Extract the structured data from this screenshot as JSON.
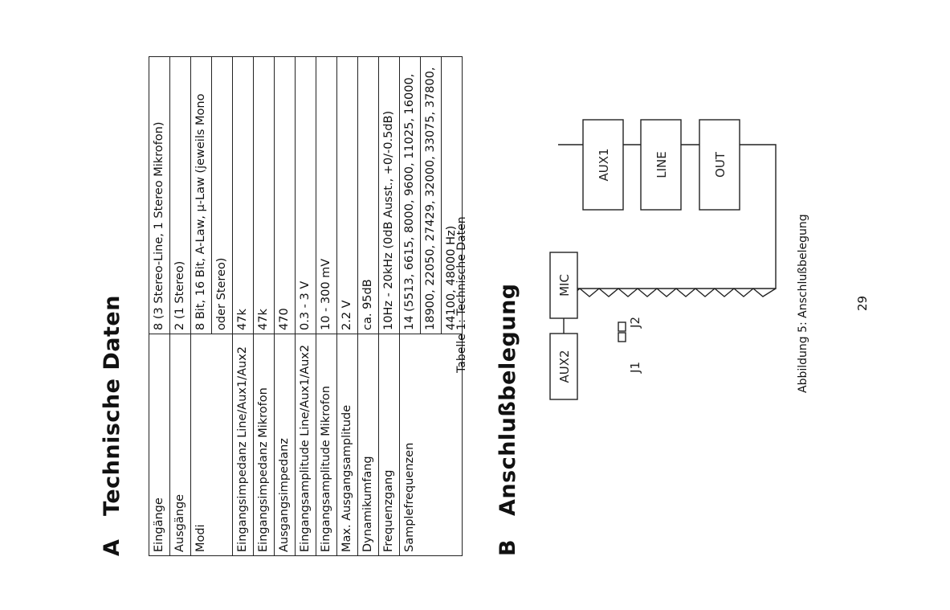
{
  "section_a": {
    "number": "A",
    "title": "Technische Daten"
  },
  "table": {
    "rows": [
      {
        "key": "Eingänge",
        "value": "8 (3 Stereo-Line, 1 Stereo Mikrofon)"
      },
      {
        "key": "Ausgänge",
        "value": "2 (1 Stereo)"
      },
      {
        "key": "Modi",
        "value": "8 Bit, 16 Bit, A-Law, μ-Law (jeweils Mono",
        "continuation": [
          "oder Stereo)"
        ]
      },
      {
        "key": "Eingangsimpedanz Line/Aux1/Aux2",
        "value": "47k"
      },
      {
        "key": "Eingangsimpedanz Mikrofon",
        "value": "47k"
      },
      {
        "key": "Ausgangsimpedanz",
        "value": "470"
      },
      {
        "key": "Eingangsamplitude Line/Aux1/Aux2",
        "value": "0.3 - 3 V"
      },
      {
        "key": "Eingangsamplitude Mikrofon",
        "value": "10 - 300 mV"
      },
      {
        "key": "Max. Ausgangsamplitude",
        "value": "2.2 V"
      },
      {
        "key": "Dynamikumfang",
        "value": "ca. 95dB"
      },
      {
        "key": "Frequenzgang",
        "value": "10Hz - 20kHz (0dB Ausst., +0/-0.5dB)"
      },
      {
        "key": "Samplefrequenzen",
        "value": "14 (5513, 6615, 8000, 9600, 11025, 16000,",
        "continuation": [
          "18900, 22050, 27429, 32000, 33075, 37800,",
          "44100, 48000 Hz)"
        ]
      }
    ],
    "caption": "Tabelle 1: Technische Daten"
  },
  "section_b": {
    "number": "B",
    "title": "Anschlußbelegung"
  },
  "figure": {
    "connectors": [
      "AUX1",
      "LINE",
      "OUT",
      "MIC",
      "AUX2"
    ],
    "jumper_left": "J1",
    "jumper_right": "J2",
    "caption": "Abbildung 5: Anschlußbelegung"
  },
  "page_number": "29"
}
